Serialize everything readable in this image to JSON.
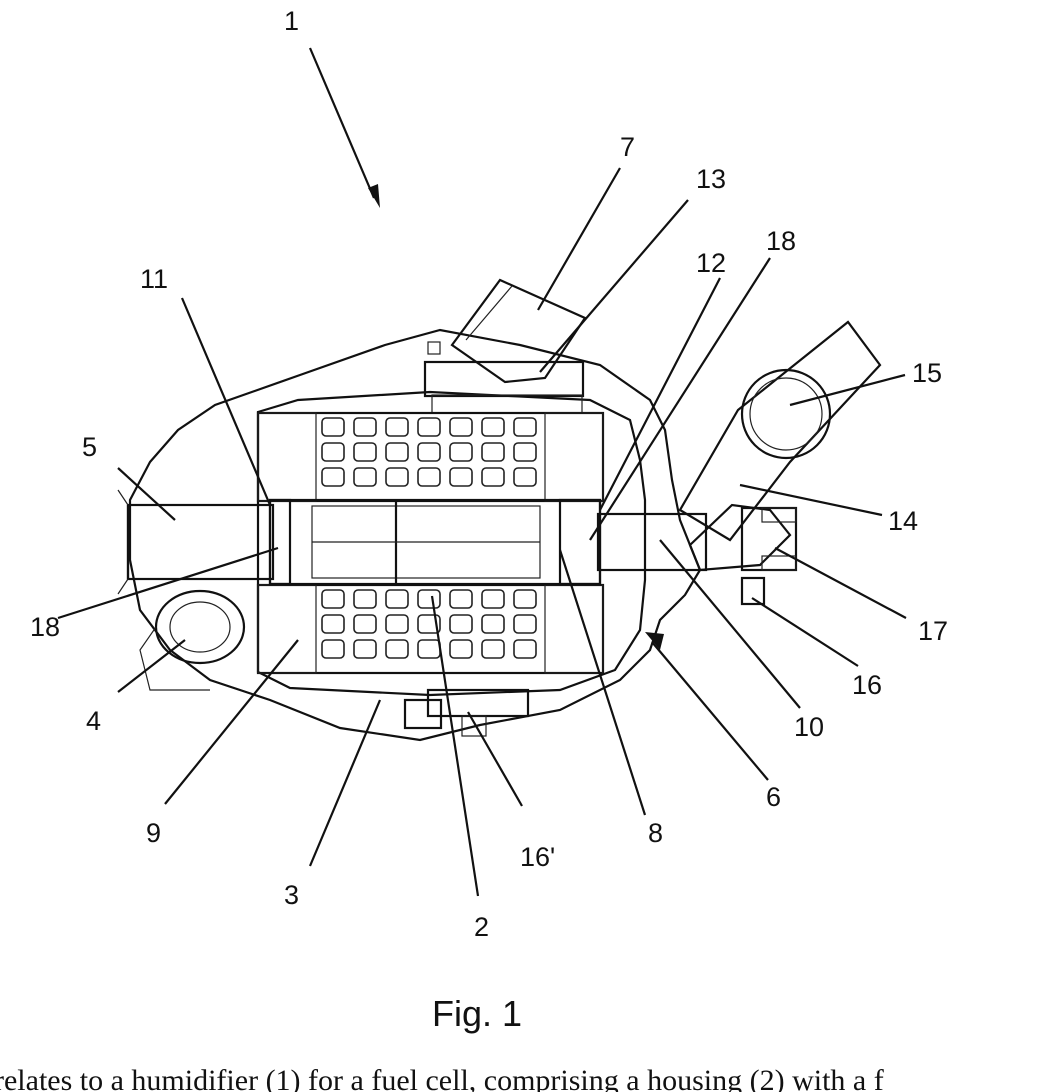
{
  "figure": {
    "caption": "Fig. 1",
    "reference_numerals": [
      "1",
      "7",
      "13",
      "18",
      "12",
      "11",
      "15",
      "5",
      "14",
      "17",
      "18",
      "16",
      "4",
      "10",
      "6",
      "9",
      "16'",
      "8",
      "3",
      "2"
    ]
  },
  "text_fragment": "relates to a humidifier (1) for a fuel cell, comprising a housing (2) with a f"
}
